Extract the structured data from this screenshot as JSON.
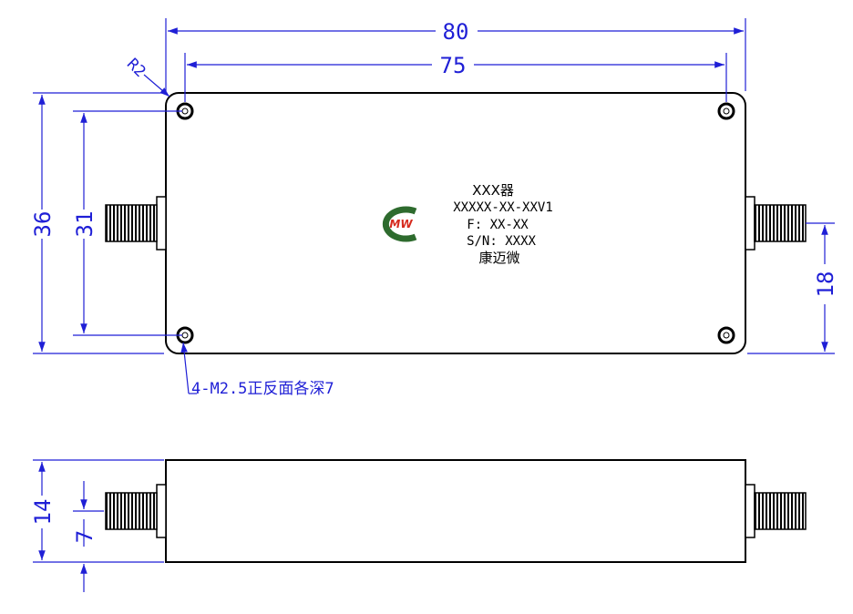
{
  "dimensions": {
    "overall_length": "80",
    "hole_spacing_length": "75",
    "corner_radius": "R2",
    "overall_height": "36",
    "hole_spacing_height": "31",
    "connector_offset": "18",
    "hole_note": "4-M2.5正反面各深7",
    "body_thickness": "14",
    "connector_center_height": "7"
  },
  "label": {
    "line1": "XXX器",
    "line2": "XXXXX-XX-XXV1",
    "line3": "F: XX-XX",
    "line4": "S/N: XXXX",
    "line5": "康迈微",
    "logo_text": "MW"
  },
  "colors": {
    "dimension": "#1f1fd6",
    "outline": "#000000",
    "logo_green": "#2e6b2e",
    "logo_red": "#d62b1e"
  }
}
